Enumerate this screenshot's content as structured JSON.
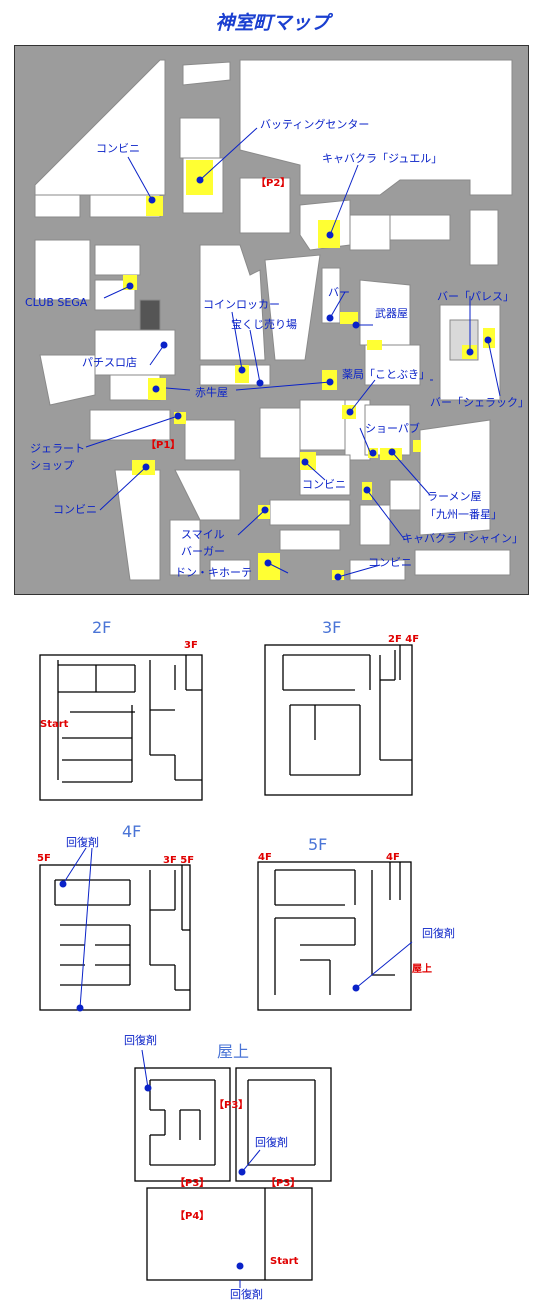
{
  "title": "神室町マップ",
  "map_labels": {
    "conbini_1": "コンビニ",
    "batting": "バッティングセンター",
    "jewel": "キャバクラ「ジュエル」",
    "p2": "【P2】",
    "club_sega": "CLUB SEGA",
    "coin_locker": "コインロッカー",
    "bar": "バー",
    "takarakuji": "宝くじ売り場",
    "bukiya": "武器屋",
    "bar_palace": "バー「パレス」",
    "pachislot": "パチスロ店",
    "akaushiya": "赤牛屋",
    "kotobuki": "薬局「ことぶき」",
    "bar_shelak": "バー「シェラック」",
    "gelato_1": "ジェラート",
    "gelato_2": "ショップ",
    "p1": "【P1】",
    "showpub": "ショーパブ",
    "conbini_2": "コンビニ",
    "conbini_3": "コンビニ",
    "ramen_1": "ラーメン屋",
    "ramen_2": "「九州一番星」",
    "smile_1": "スマイル",
    "smile_2": "バーガー",
    "shine": "キャバクラ「シャイン」",
    "donki": "ドン・キホーテ",
    "conbini_4": "コンビニ"
  },
  "floors": {
    "f2": {
      "title": "2F",
      "to3f": "3F",
      "start": "Start"
    },
    "f3": {
      "title": "3F",
      "to2f4f": "2F 4F"
    },
    "f4": {
      "title": "4F",
      "item": "回復剤",
      "to5f": "5F",
      "to3f5f": "3F 5F"
    },
    "f5": {
      "title": "5F",
      "to4f_left": "4F",
      "to4f_right": "4F",
      "item": "回復剤",
      "roof": "屋上"
    },
    "roof": {
      "title": "屋上",
      "item_1": "回復剤",
      "item_2": "回復剤",
      "item_3": "回復剤",
      "p3_a": "【P3】",
      "p3_b": "【P3】",
      "p3_c": "【P3】",
      "p4": "【P4】",
      "start": "Start"
    }
  },
  "colors": {
    "map_bg": "#9c9c9c",
    "building": "#ffffff",
    "highlight": "#ffff33",
    "marker": "#0a22c8",
    "label": "#0a22c8",
    "floor_label": "#e00000",
    "floor_title": "#4a74d6"
  }
}
